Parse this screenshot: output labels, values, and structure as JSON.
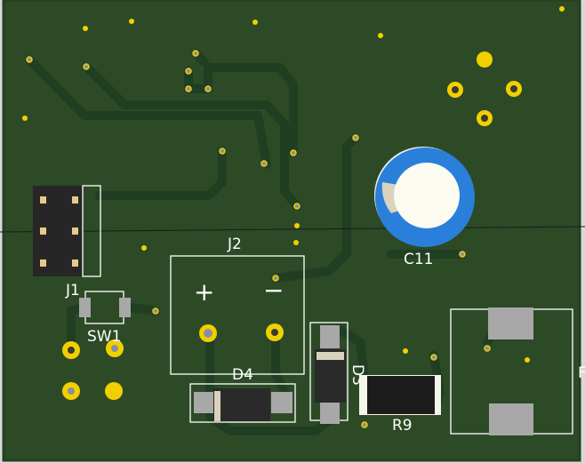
{
  "board": {
    "colors": {
      "soldermask": "#2d4a27",
      "copper_trace": "#1f3e22",
      "pad_gold": "#f2d000",
      "silkscreen": "#ffffff",
      "capacitor_blue": "#2a7fdb"
    },
    "designators": {
      "j1": "J1",
      "j2": "J2",
      "sw1": "SW1",
      "c11": "C11",
      "d4": "D4",
      "d3": "D3",
      "r9": "R9",
      "edge_partial": "F"
    },
    "polarity": {
      "plus": "+",
      "minus": "−"
    }
  }
}
